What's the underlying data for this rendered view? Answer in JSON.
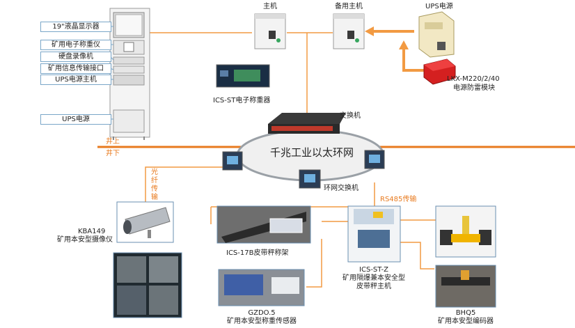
{
  "colors": {
    "link": "#f29a42",
    "ring_fill": "#f0f0f0",
    "ring_stroke": "#9aa0a6",
    "ground": "#e87a1e",
    "label_box": "#7aa6c8"
  },
  "rack_labels": [
    "19\"液晶显示器",
    "矿用电子称重仪",
    "硬盘录像机",
    "矿用信息传输接口",
    "UPS电源主机",
    "UPS电源"
  ],
  "ground": {
    "above": "井上",
    "below": "井下"
  },
  "nodes": {
    "main_host": "主机",
    "backup_host": "备用主机",
    "ups": "UPS电源",
    "lightning_model": "LKX-M220/2/40",
    "lightning_name": "电源防雷模块",
    "weigher": "ICS-ST电子称重器",
    "switch": "交换机",
    "ring_switch": "环网交换机",
    "ring_title": "千兆工业以太环网",
    "fiber": [
      "光",
      "纤",
      "传",
      "输"
    ],
    "rs485": "RS485传输",
    "camera_model": "KBA149",
    "camera_name": "矿用本安型摄像仪",
    "belt_frame": "ICS-17B皮带秤称架",
    "host_z_model": "ICS-ST-Z",
    "host_z_line1": "矿用隔爆兼本安全型",
    "host_z_line2": "皮带秤主机",
    "sensor_model": "GZDO.5",
    "sensor_name": "矿用本安型称重传感器",
    "encoder_model": "BHQ5",
    "encoder_name": "矿用本安型编码器"
  }
}
